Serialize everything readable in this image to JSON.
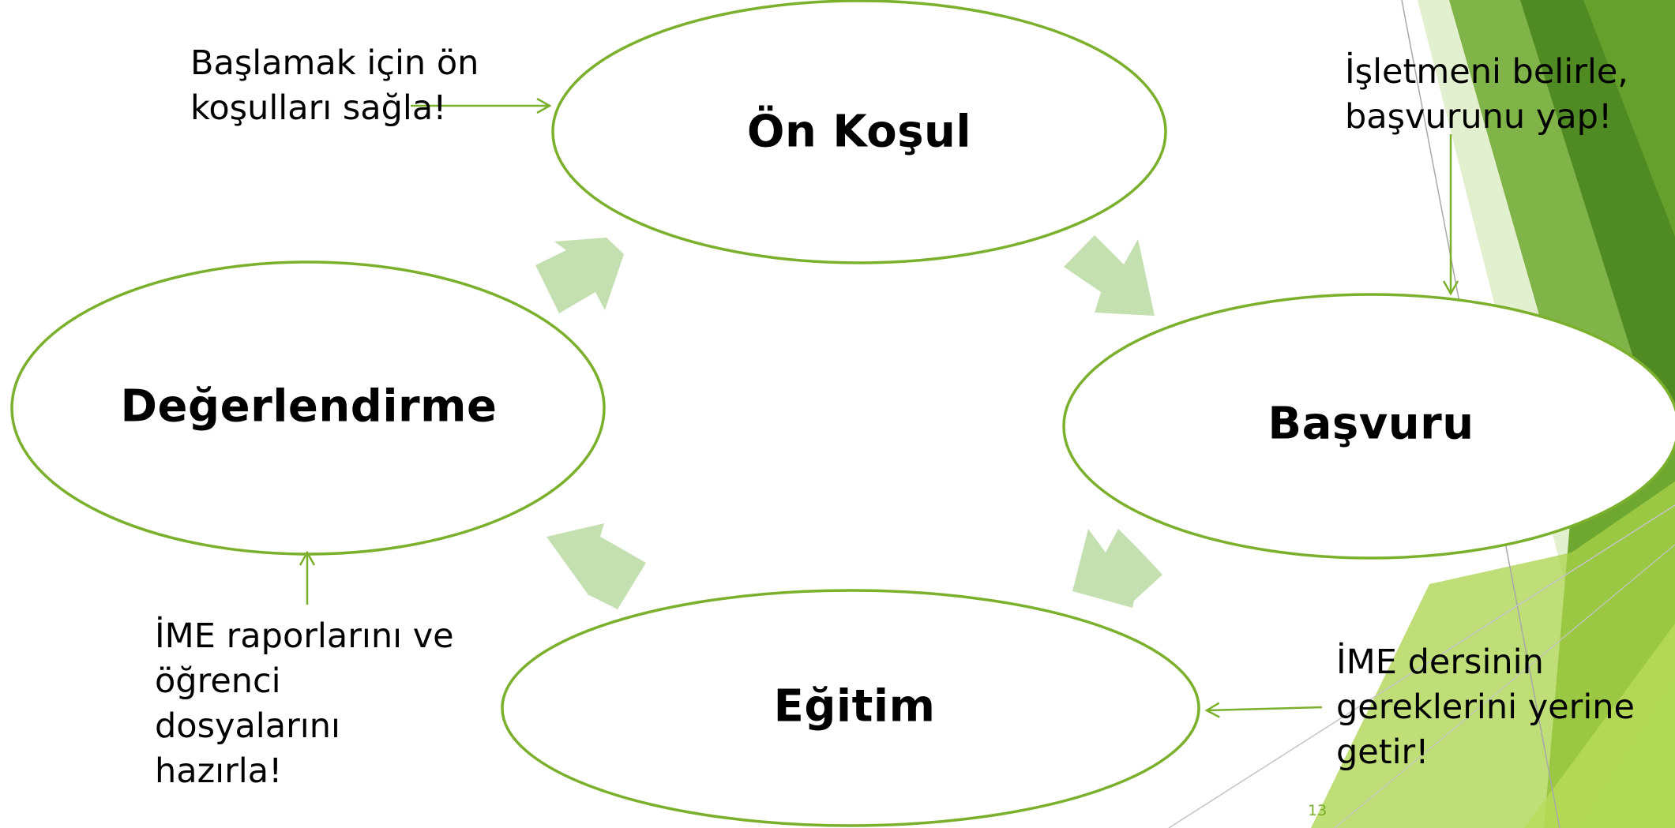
{
  "diagram": {
    "nodes": {
      "on_kosul": "Ön Koşul",
      "basvuru": "Başvuru",
      "egitim": "Eğitim",
      "degerlendirme": "Değerlendirme"
    },
    "notes": {
      "on_kosul": [
        "Başlamak için ön",
        "koşulları sağla!"
      ],
      "basvuru": [
        "İşletmeni belirle,",
        "başvurunu yap!"
      ],
      "egitim": [
        "İME dersinin",
        "gereklerini yerine",
        "getir!"
      ],
      "degerlendirme": [
        "İME raporlarını ve",
        "öğrenci",
        "dosyalarını",
        "hazırla!"
      ]
    }
  },
  "slide": {
    "page_number": "13"
  },
  "colors": {
    "outline": "#7AB02C",
    "cycle_arrow": "#C5E0B0",
    "deco_dark": "#4F8A22",
    "deco_mid": "#6FA830",
    "deco_light": "#A9D34A",
    "deco_pale": "#D9EBC0"
  }
}
